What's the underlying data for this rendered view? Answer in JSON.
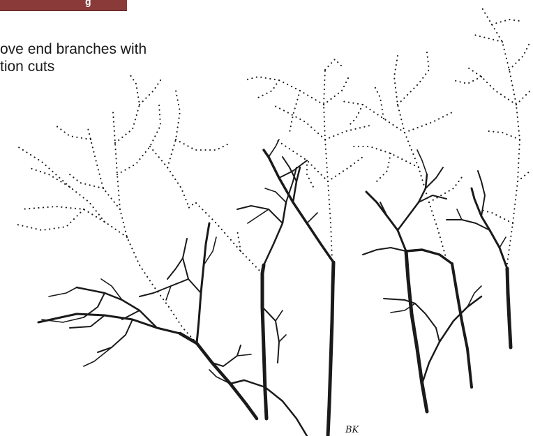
{
  "header": {
    "tab_label": "g"
  },
  "caption": {
    "line1": "ove end branches with",
    "line2": "tion cuts"
  },
  "signature": "BK",
  "colors": {
    "tab": "#8b3a3a",
    "ink": "#1a1a1a",
    "background": "#ffffff"
  }
}
